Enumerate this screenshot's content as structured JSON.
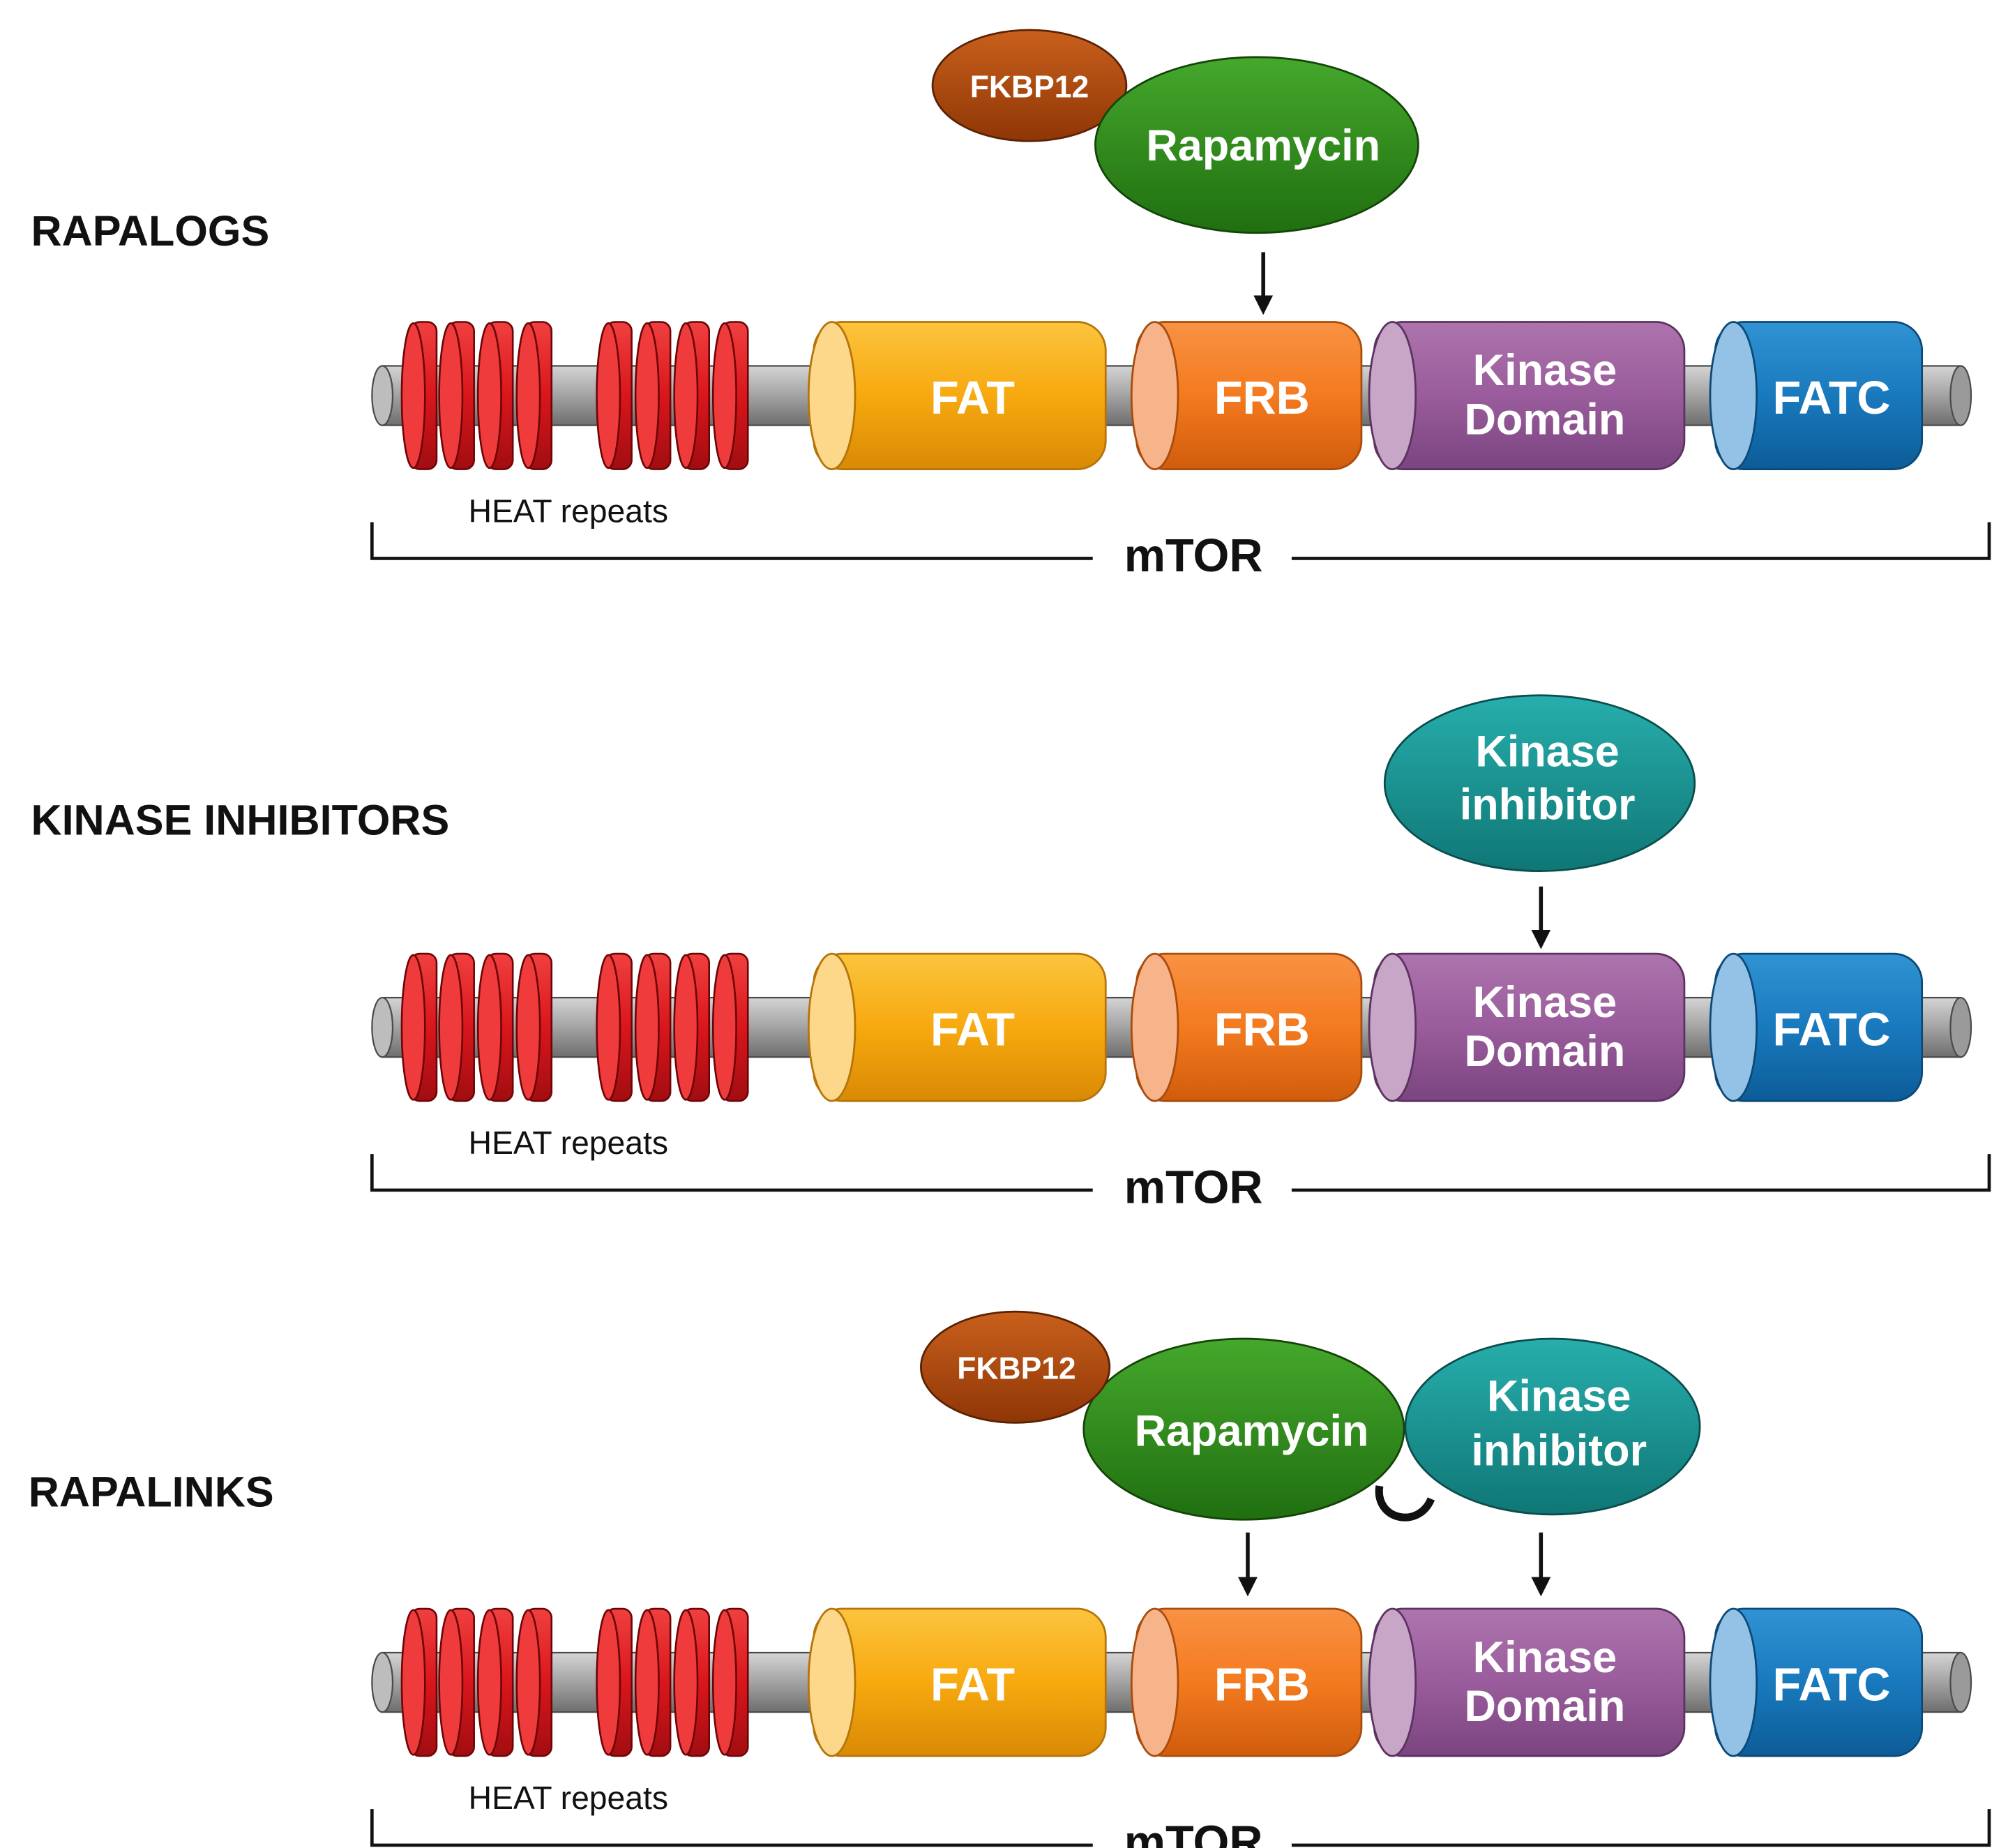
{
  "panels": [
    {
      "id": "rapalogs",
      "title": "RAPALOGS",
      "ligands": {
        "fkbp": "FKBP12",
        "rapamycin": "Rapamycin",
        "kinase_inhibitor": null
      },
      "targets": [
        "FRB"
      ],
      "linked": false
    },
    {
      "id": "kinase-inhibitors",
      "title": "KINASE INHIBITORS",
      "ligands": {
        "fkbp": null,
        "rapamycin": null,
        "kinase_inhibitor": [
          "Kinase",
          "inhibitor"
        ]
      },
      "targets": [
        "Kinase Domain"
      ],
      "linked": false
    },
    {
      "id": "rapalinks",
      "title": "RAPALINKS",
      "ligands": {
        "fkbp": "FKBP12",
        "rapamycin": "Rapamycin",
        "kinase_inhibitor": [
          "Kinase",
          "inhibitor"
        ]
      },
      "targets": [
        "FRB",
        "Kinase Domain"
      ],
      "linked": true
    }
  ],
  "mtor": {
    "label": "mTOR",
    "heat_label": "HEAT repeats",
    "domains": [
      {
        "key": "fat",
        "lines": [
          "FAT"
        ]
      },
      {
        "key": "frb",
        "lines": [
          "FRB"
        ]
      },
      {
        "key": "kinase",
        "lines": [
          "Kinase",
          "Domain"
        ]
      },
      {
        "key": "fatc",
        "lines": [
          "FATC"
        ]
      }
    ]
  },
  "colors": {
    "heat_repeat": "#d9161c",
    "backbone": "#9a9a9a",
    "fat": "#f7a90f",
    "frb": "#f47a1f",
    "kinase": "#9a5c9c",
    "fatc": "#1979bd",
    "fkbp12": "#b0480c",
    "rapamycin": "#2f8f1a",
    "kinase_inhibitor": "#1a9593",
    "text_light": "#ffffff",
    "text_dark": "#111111"
  }
}
